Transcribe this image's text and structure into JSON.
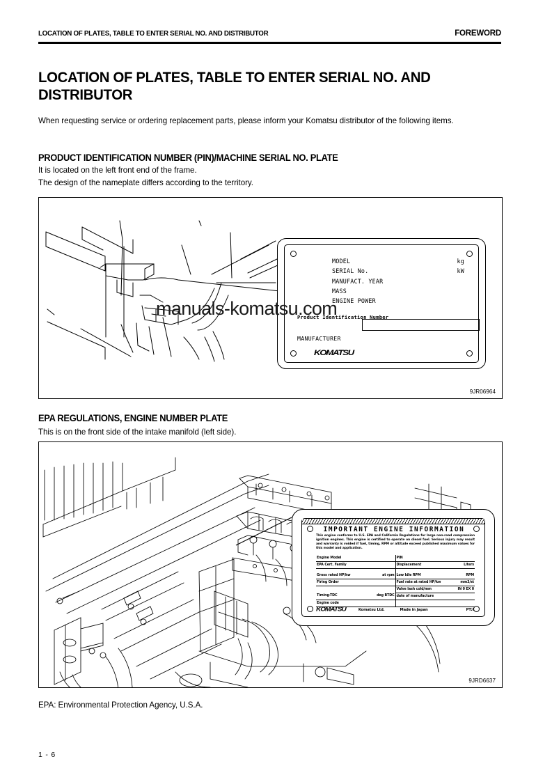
{
  "header": {
    "left_title": "LOCATION OF PLATES, TABLE TO ENTER SERIAL NO. AND DISTRIBUTOR",
    "right_title": "FOREWORD"
  },
  "main_title": "LOCATION OF PLATES, TABLE TO ENTER SERIAL NO. AND DISTRIBUTOR",
  "intro": "When requesting service or ordering replacement parts, please inform your Komatsu distributor of the following items.",
  "sections": [
    {
      "heading": "PRODUCT IDENTIFICATION NUMBER (PIN)/MACHINE SERIAL NO. PLATE",
      "line1": "It is located on the left front end of the frame.",
      "line2": "The design of the nameplate differs according to the territory.",
      "figure_code": "9JR06964"
    },
    {
      "heading": "EPA REGULATIONS, ENGINE NUMBER PLATE",
      "line1": "This is on the front side of the intake manifold (left side).",
      "figure_code": "9JRD6637"
    }
  ],
  "nameplate": {
    "fields": [
      "MODEL",
      "SERIAL No.",
      "MANUFACT. YEAR",
      "MASS",
      "ENGINE POWER"
    ],
    "units": [
      "",
      "",
      "",
      "kg",
      "kW"
    ],
    "pin_label": "Product Identification Number",
    "manufacturer_label": "MANUFACTURER",
    "brand": "KOMATSU"
  },
  "epa_plate": {
    "title": "IMPORTANT  ENGINE  INFORMATION",
    "paragraph": "This engine conforms to U.S. EPA and California Regulations for large non-road compression ignition engines. This engine is certified to operate on diesel fuel. Serious injury may result and warranty is voided if fuel, timing, RPM or altitude exceed published maximum values for this model and application.",
    "rows": [
      {
        "left": "Engine Model",
        "left_unit": "",
        "right": "PIN",
        "right_unit": ""
      },
      {
        "left": "EPA Cert. Family",
        "left_unit": "",
        "right": "Displacement",
        "right_unit": "Liters"
      },
      {
        "left": "Gross rated HP/kw",
        "left_unit": "at          rpm",
        "right": "Low Idle RPM",
        "right_unit": "RPM"
      },
      {
        "left": "Firing Order",
        "left_unit": "",
        "right": "Fuel rate at rated HP/kw",
        "right_unit": "mm3/st"
      },
      {
        "left": "",
        "left_unit": "",
        "right": "Valve lash cold/mm",
        "right_unit": "IN 0      EX 0"
      },
      {
        "left": "Timing-TDC",
        "left_unit": "deg BTDC",
        "right": "date of manufacture",
        "right_unit": ""
      },
      {
        "left": "Engine code",
        "left_unit": "",
        "right": "",
        "right_unit": ""
      }
    ],
    "brand": "KOMATSU",
    "company": "Komatsu Ltd.",
    "origin": "Made in Japan",
    "code": "PT:0"
  },
  "footnote": "EPA: Environmental Protection Agency, U.S.A.",
  "page_number": "1 - 6",
  "watermark": "manuals-komatsu.com"
}
